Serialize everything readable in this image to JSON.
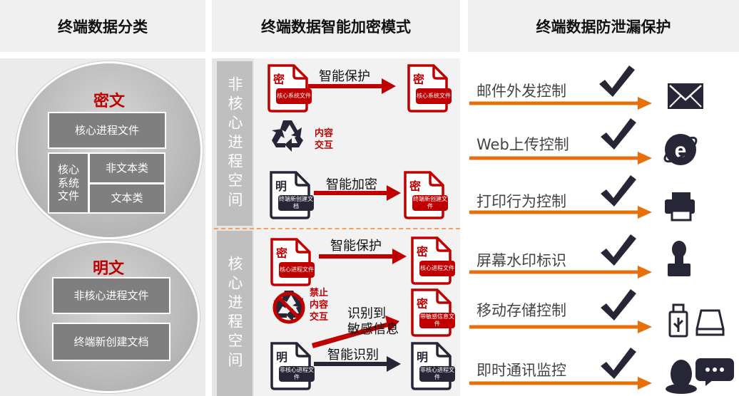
{
  "headers": {
    "left": "终端数据分类",
    "middle": "终端数据智能加密模式",
    "right": "终端数据防泄漏保护"
  },
  "classification": {
    "cipher": {
      "title": "密文",
      "items": [
        "核心进程文件",
        "核心系统文件",
        "非文本类",
        "文本类"
      ]
    },
    "plain": {
      "title": "明文",
      "items": [
        "非核心进程文件",
        "终端新创建文档"
      ]
    }
  },
  "modes": {
    "noncore": {
      "label": "非核心进程空间",
      "docs": [
        {
          "char": "密",
          "label": "核心系统文件"
        },
        {
          "char": "密",
          "label": "核心系统文件"
        },
        {
          "char": "明",
          "label": "终端新创建文档"
        },
        {
          "char": "密",
          "label": "终端新创建文件"
        }
      ],
      "arrows": [
        "智能保护",
        "智能加密"
      ],
      "interaction": "内容交互"
    },
    "core": {
      "label": "核心进程空间",
      "docs": [
        {
          "char": "密",
          "label": "核心进程文件"
        },
        {
          "char": "密",
          "label": "核心进程文件"
        },
        {
          "char": "密",
          "label": "带敏感信息文件"
        },
        {
          "char": "明",
          "label": "非核心进程文件"
        },
        {
          "char": "明",
          "label": "非核心进程文件"
        }
      ],
      "arrows": [
        "智能保护",
        "识别到敏感信息",
        "智能识别"
      ],
      "sensitive_line1": "识别到",
      "sensitive_line2": "敏感信息",
      "interaction": "禁止内容交互"
    }
  },
  "protection": [
    {
      "label": "邮件外发控制",
      "icon": "envelope-icon"
    },
    {
      "label": "Web上传控制",
      "icon": "browser-icon"
    },
    {
      "label": "打印行为控制",
      "icon": "printer-icon"
    },
    {
      "label": "屏幕水印标识",
      "icon": "stamp-icon"
    },
    {
      "label": "移动存储控制",
      "icon": "usb-storage-icon"
    },
    {
      "label": "即时通讯监控",
      "icon": "chat-icon"
    }
  ],
  "colors": {
    "red": "#c00000",
    "dark": "#262637",
    "orange": "#e8700a",
    "grey": "#7f7f7f"
  }
}
